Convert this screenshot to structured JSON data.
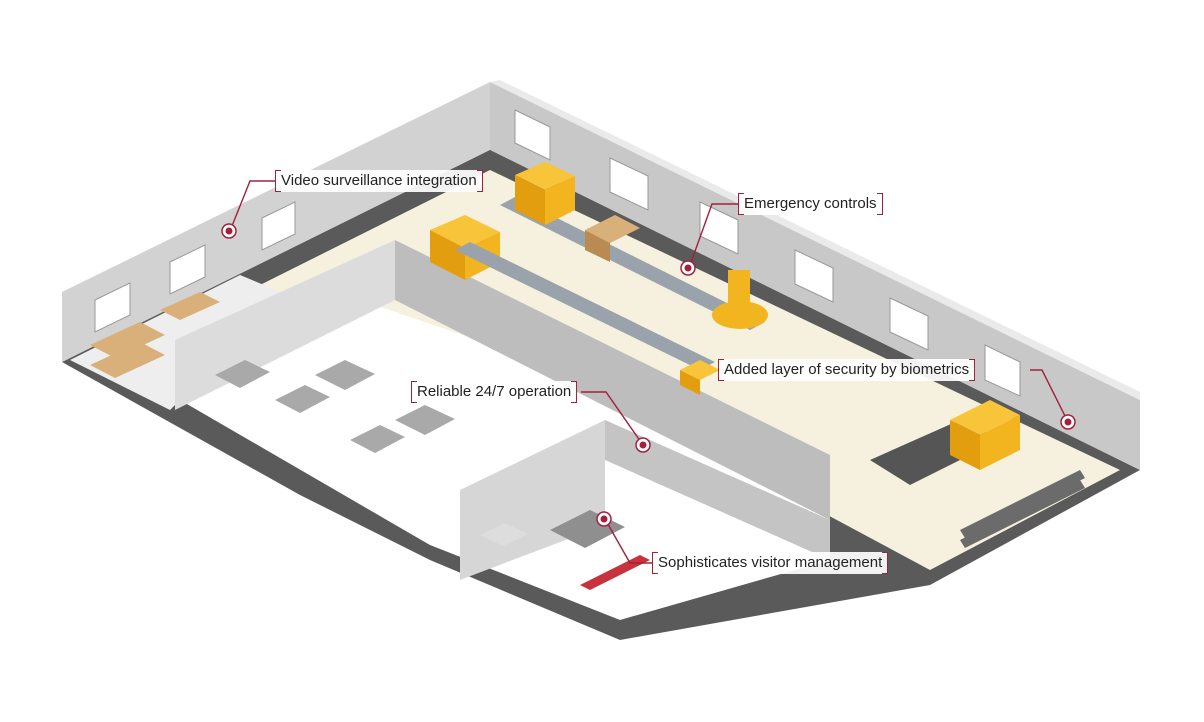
{
  "callouts": [
    {
      "label": "Video surveillance integration"
    },
    {
      "label": "Emergency controls"
    },
    {
      "label": "Added layer of security by biometrics"
    },
    {
      "label": "Reliable 24/7 operation"
    },
    {
      "label": "Sophisticates visitor management"
    }
  ],
  "colors": {
    "accent": "#a3203c",
    "wall": "#d4d4d4",
    "floor_factory": "#f5f0dc",
    "floor_office": "#ffffff",
    "machine": "#f2b51f"
  }
}
